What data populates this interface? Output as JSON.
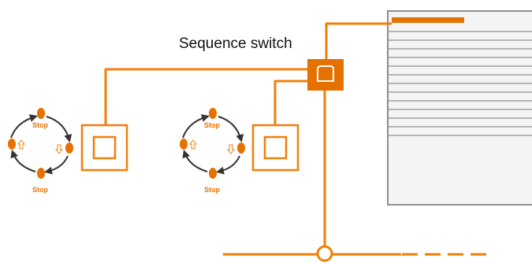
{
  "diagram": {
    "switch_label": "Sequence switch",
    "cycle_left": {
      "top_label": "Stop",
      "bottom_label": "Stop"
    },
    "cycle_right": {
      "top_label": "Stop",
      "bottom_label": "Stop"
    },
    "colors": {
      "orange": "#f07f0a",
      "dark_orange": "#e57200",
      "gray": "#8f8f8f",
      "shutter_fill": "#f4f4f4",
      "arrow": "#333333"
    },
    "icons": {
      "up": "up-arrow-icon",
      "down": "down-arrow-icon"
    }
  }
}
